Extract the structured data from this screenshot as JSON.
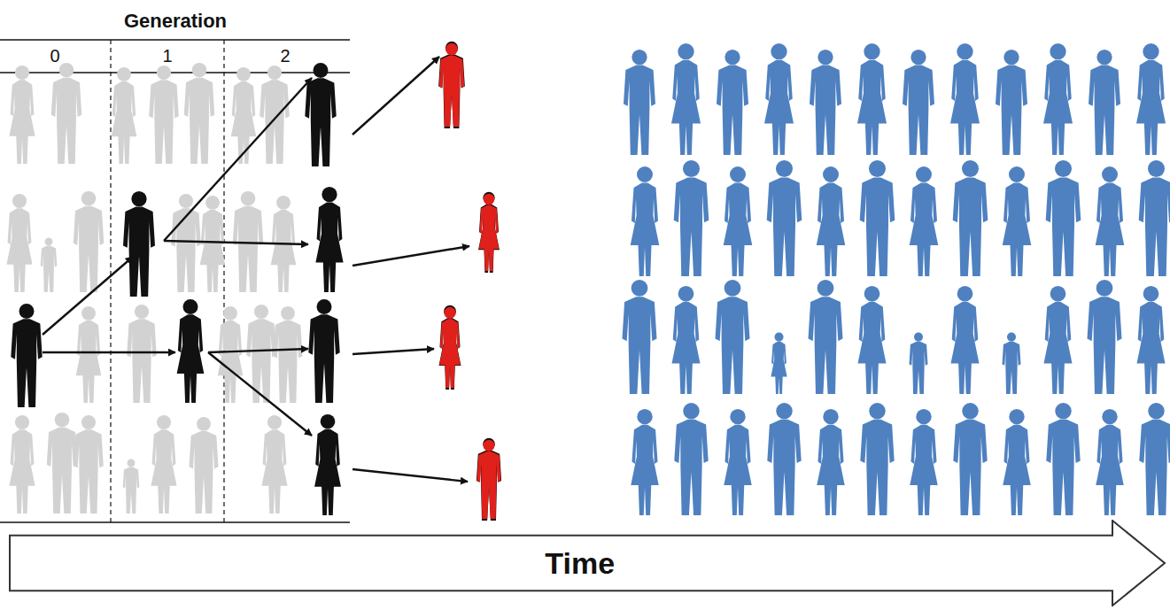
{
  "diagram": {
    "nodes": [
      {
        "text": [
          "Time"
        ]
      }
    ],
    "labels": [
      "Generation",
      "0",
      "1",
      "2"
    ]
  }
}
